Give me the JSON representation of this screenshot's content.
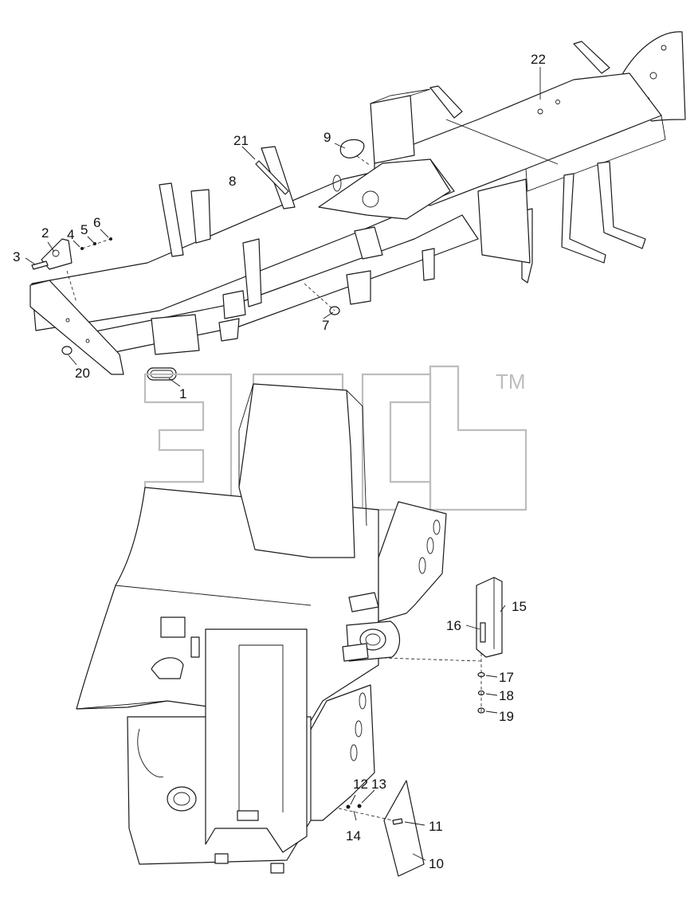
{
  "diagram": {
    "upper_assembly": {
      "callouts": [
        {
          "id": "c22",
          "text": "22"
        },
        {
          "id": "c21",
          "text": "21"
        },
        {
          "id": "c9",
          "text": "9"
        },
        {
          "id": "c8",
          "text": "8"
        },
        {
          "id": "c2",
          "text": "2"
        },
        {
          "id": "c4",
          "text": "4"
        },
        {
          "id": "c5",
          "text": "5"
        },
        {
          "id": "c6",
          "text": "6"
        },
        {
          "id": "c3",
          "text": "3"
        },
        {
          "id": "c7",
          "text": "7"
        },
        {
          "id": "c20",
          "text": "20"
        },
        {
          "id": "c1",
          "text": "1"
        }
      ]
    },
    "lower_assembly": {
      "callouts": [
        {
          "id": "c15",
          "text": "15"
        },
        {
          "id": "c16",
          "text": "16"
        },
        {
          "id": "c17",
          "text": "17"
        },
        {
          "id": "c18",
          "text": "18"
        },
        {
          "id": "c19",
          "text": "19"
        },
        {
          "id": "c12",
          "text": "12"
        },
        {
          "id": "c13",
          "text": "13"
        },
        {
          "id": "c14",
          "text": "14"
        },
        {
          "id": "c11",
          "text": "11"
        },
        {
          "id": "c10",
          "text": "10"
        }
      ]
    },
    "watermark": {
      "mark": "trademark",
      "text": "TM"
    },
    "colors": {
      "line": "#1a1a1a",
      "watermark": "#bdbdbd",
      "background": "#ffffff"
    }
  }
}
